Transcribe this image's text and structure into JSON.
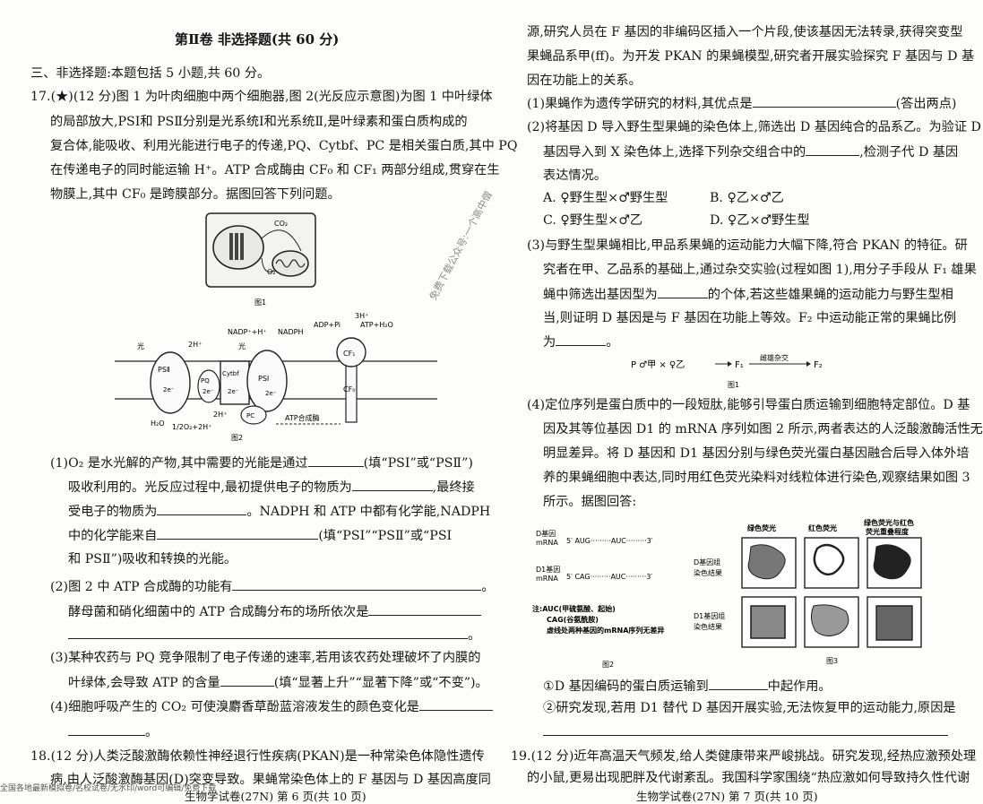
{
  "left": {
    "section_title": "第Ⅱ卷  非选择题(共 60 分)",
    "section_intro": "三、非选择题:本题包括 5 小题,共 60 分。",
    "q17": {
      "lines": [
        "17.(★)(12 分)图 1 为叶肉细胞中两个细胞器,图 2(光反应示意图)为图 1 中叶绿体",
        "的局部放大,PSⅠ和 PSⅡ分别是光系统Ⅰ和光系统Ⅱ,是叶绿素和蛋白质构成的",
        "复合体,能吸收、利用光能进行电子的传递,PQ、Cytbf、PC 是相关蛋白质,其中 PQ",
        "在传递电子的同时能运输 H⁺。ATP 合成酶由 CF₀ 和 CF₁ 两部分组成,贯穿在生",
        "物膜上,其中 CF₀ 是跨膜部分。据图回答下列问题。"
      ],
      "fig1": {
        "caption": "图1",
        "co2": "CO₂",
        "o2": "O₂"
      },
      "fig2": {
        "caption": "图2",
        "light1": "光",
        "light2": "光",
        "h_a": "2H⁺",
        "h_b": "2H⁺",
        "h_c": "3H⁺",
        "nadp": "NADP⁺+H⁺",
        "nadph": "NADPH",
        "adp": "ADP+Pi",
        "atp": "ATP+H₂O",
        "ps2": "PSⅡ",
        "ps1": "PSⅠ",
        "pq": "PQ",
        "cytbf": "Cytbf",
        "pc": "PC",
        "cf1": "CF₁",
        "cf0": "CF₀",
        "e2c_a": "2e⁻",
        "e2c_b": "2e⁻",
        "e2c_c": "2e⁻",
        "e2c_d": "2e⁻",
        "h2o": "H₂O",
        "o2_eq": "1/2O₂+2H⁺",
        "atp_enzyme": "ATP合成酶"
      },
      "sub1": [
        "(1)O₂ 是水光解的产物,其中需要的光能是通过",
        "(填“PSⅠ”或“PSⅡ”)",
        "吸收利用的。光反应过程中,最初提供电子的物质为",
        ",最终接",
        "受电子的物质为",
        "。NADPH 和 ATP 中都有化学能,NADPH",
        "中的化学能来自",
        "(填“PSⅠ”“PSⅡ”或“PSⅠ",
        "和 PSⅡ”)吸收和转换的光能。"
      ],
      "sub2": [
        "(2)图 2 中 ATP 合成酶的功能有",
        "。",
        "酵母菌和硝化细菌中的 ATP 合成酶分布的场所依次是",
        "。"
      ],
      "sub3": [
        "(3)某种农药与 PQ 竞争限制了电子传递的速率,若用该农药处理破坏了内膜的",
        "叶绿体,会导致 ATP 的含量",
        "(填“显著上升”“显著下降”或“不变”)。"
      ],
      "sub4": [
        "(4)细胞呼吸产生的 CO₂ 可使溴麝香草酚蓝溶液发生的颜色变化是",
        "。"
      ]
    },
    "q18": [
      "18.(12 分)人类泛酸激酶依赖性神经退行性疾病(PKAN)是一种常染色体隐性遗传",
      "病,由人泛酸激酶基因(D)突变导致。果蝇常染色体上的 F 基因与 D 基因高度同"
    ],
    "footer": "生物学试卷(27N)  第 6 页(共 10 页)",
    "footer_bar": "全国各地最新模拟卷/名校试卷/无水印/word可编辑/免费下载"
  },
  "watermark": "免费下载公众号:一个高中僧",
  "right": {
    "cont": [
      "源,研究人员在 F 基因的非编码区插入一个片段,使该基因无法转录,获得突变型",
      "果蝇品系甲(ff)。为开发 PKAN 的果蝇模型,研究者开展实验探究 F 基因与 D 基",
      "因在功能上的关系。"
    ],
    "sub1": [
      "(1)果蝇作为遗传学研究的材料,其优点是",
      "(答出两点)"
    ],
    "sub2": [
      "(2)将基因 D 导入野生型果蝇的染色体上,筛选出 D 基因纯合的品系乙。为验证 D",
      "基因导入到 X 染色体上,选择下列杂交组合中的",
      ",检测子代 D 基因",
      "表达情况。"
    ],
    "options": [
      "A. ♀野生型×♂野生型",
      "B. ♀乙×♂乙",
      "C. ♀野生型×♂乙",
      "D. ♀乙×♂野生型"
    ],
    "sub3": [
      "(3)与野生型果蝇相比,甲品系果蝇的运动能力大幅下降,符合 PKAN 的特征。研",
      "究者在甲、乙品系的基础上,通过杂交实验(过程如图 1),用分子手段从 F₁ 雄果",
      "蝇中筛选出基因型为",
      "的个体,若这些雄果蝇的运动能力与野生型相",
      "当,则证明 D 基因是与 F 基因在功能上等效。F₂ 中运动能正常的果蝇比例",
      "为",
      "。"
    ],
    "cross": {
      "p": "P  ♂甲  ×  ♀乙",
      "f1": "F₁",
      "arrow_label": "雌雄杂交",
      "f2": "F₂",
      "caption": "图1"
    },
    "sub4": [
      "(4)定位序列是蛋白质中的一段短肽,能够引导蛋白质运输到细胞特定部位。D 基",
      "因及其等位基因 D1 的 mRNA 序列如图 2 所示,两者表达的人泛酸激酶活性无",
      "明显差异。将 D 基因和 D1 基因分别与绿色荧光蛋白基因融合后导入体外培",
      "养的果蝇细胞中表达,同时用红色荧光染料对线粒体进行染色,观察结果如图 3",
      "所示。据图回答:"
    ],
    "fig2": {
      "d_label": "D基因",
      "d_mrna": "mRNA",
      "d_seq": "5′  AUG·········AUC·········3′",
      "d1_label": "D1基因",
      "d1_mrna": "mRNA",
      "d1_seq": "5′  CAG·········AUC·········3′",
      "notes": [
        "注:AUC(甲硫氨酸、起始)",
        "CAG(谷氨酰胺)",
        "虚线处两种基因的mRNA序列无差异"
      ],
      "caption": "图2"
    },
    "fig3": {
      "col1": "绿色荧光",
      "col2": "红色荧光",
      "col3": "绿色荧光与红色",
      "col3b": "荧光重叠程度",
      "row1": [
        "D基因组",
        "染色结果"
      ],
      "row2": [
        "D1基因组",
        "染色结果"
      ],
      "caption": "图3"
    },
    "q4a": [
      "①D 基因编码的蛋白质运输到",
      "中起作用。"
    ],
    "q4b": "②研究发现,若用 D1 替代 D 基因开展实验,无法恢复甲的运动能力,原因是",
    "q19": [
      "19.(12 分)近年高温天气频发,给人类健康带来严峻挑战。研究发现,经热应激预处理",
      "的小鼠,更易出现肥胖及代谢紊乱。我国科学家围绕“热应激如何导致持久性代谢"
    ],
    "footer": "生物学试卷(27N)  第 7 页(共 10 页)"
  }
}
